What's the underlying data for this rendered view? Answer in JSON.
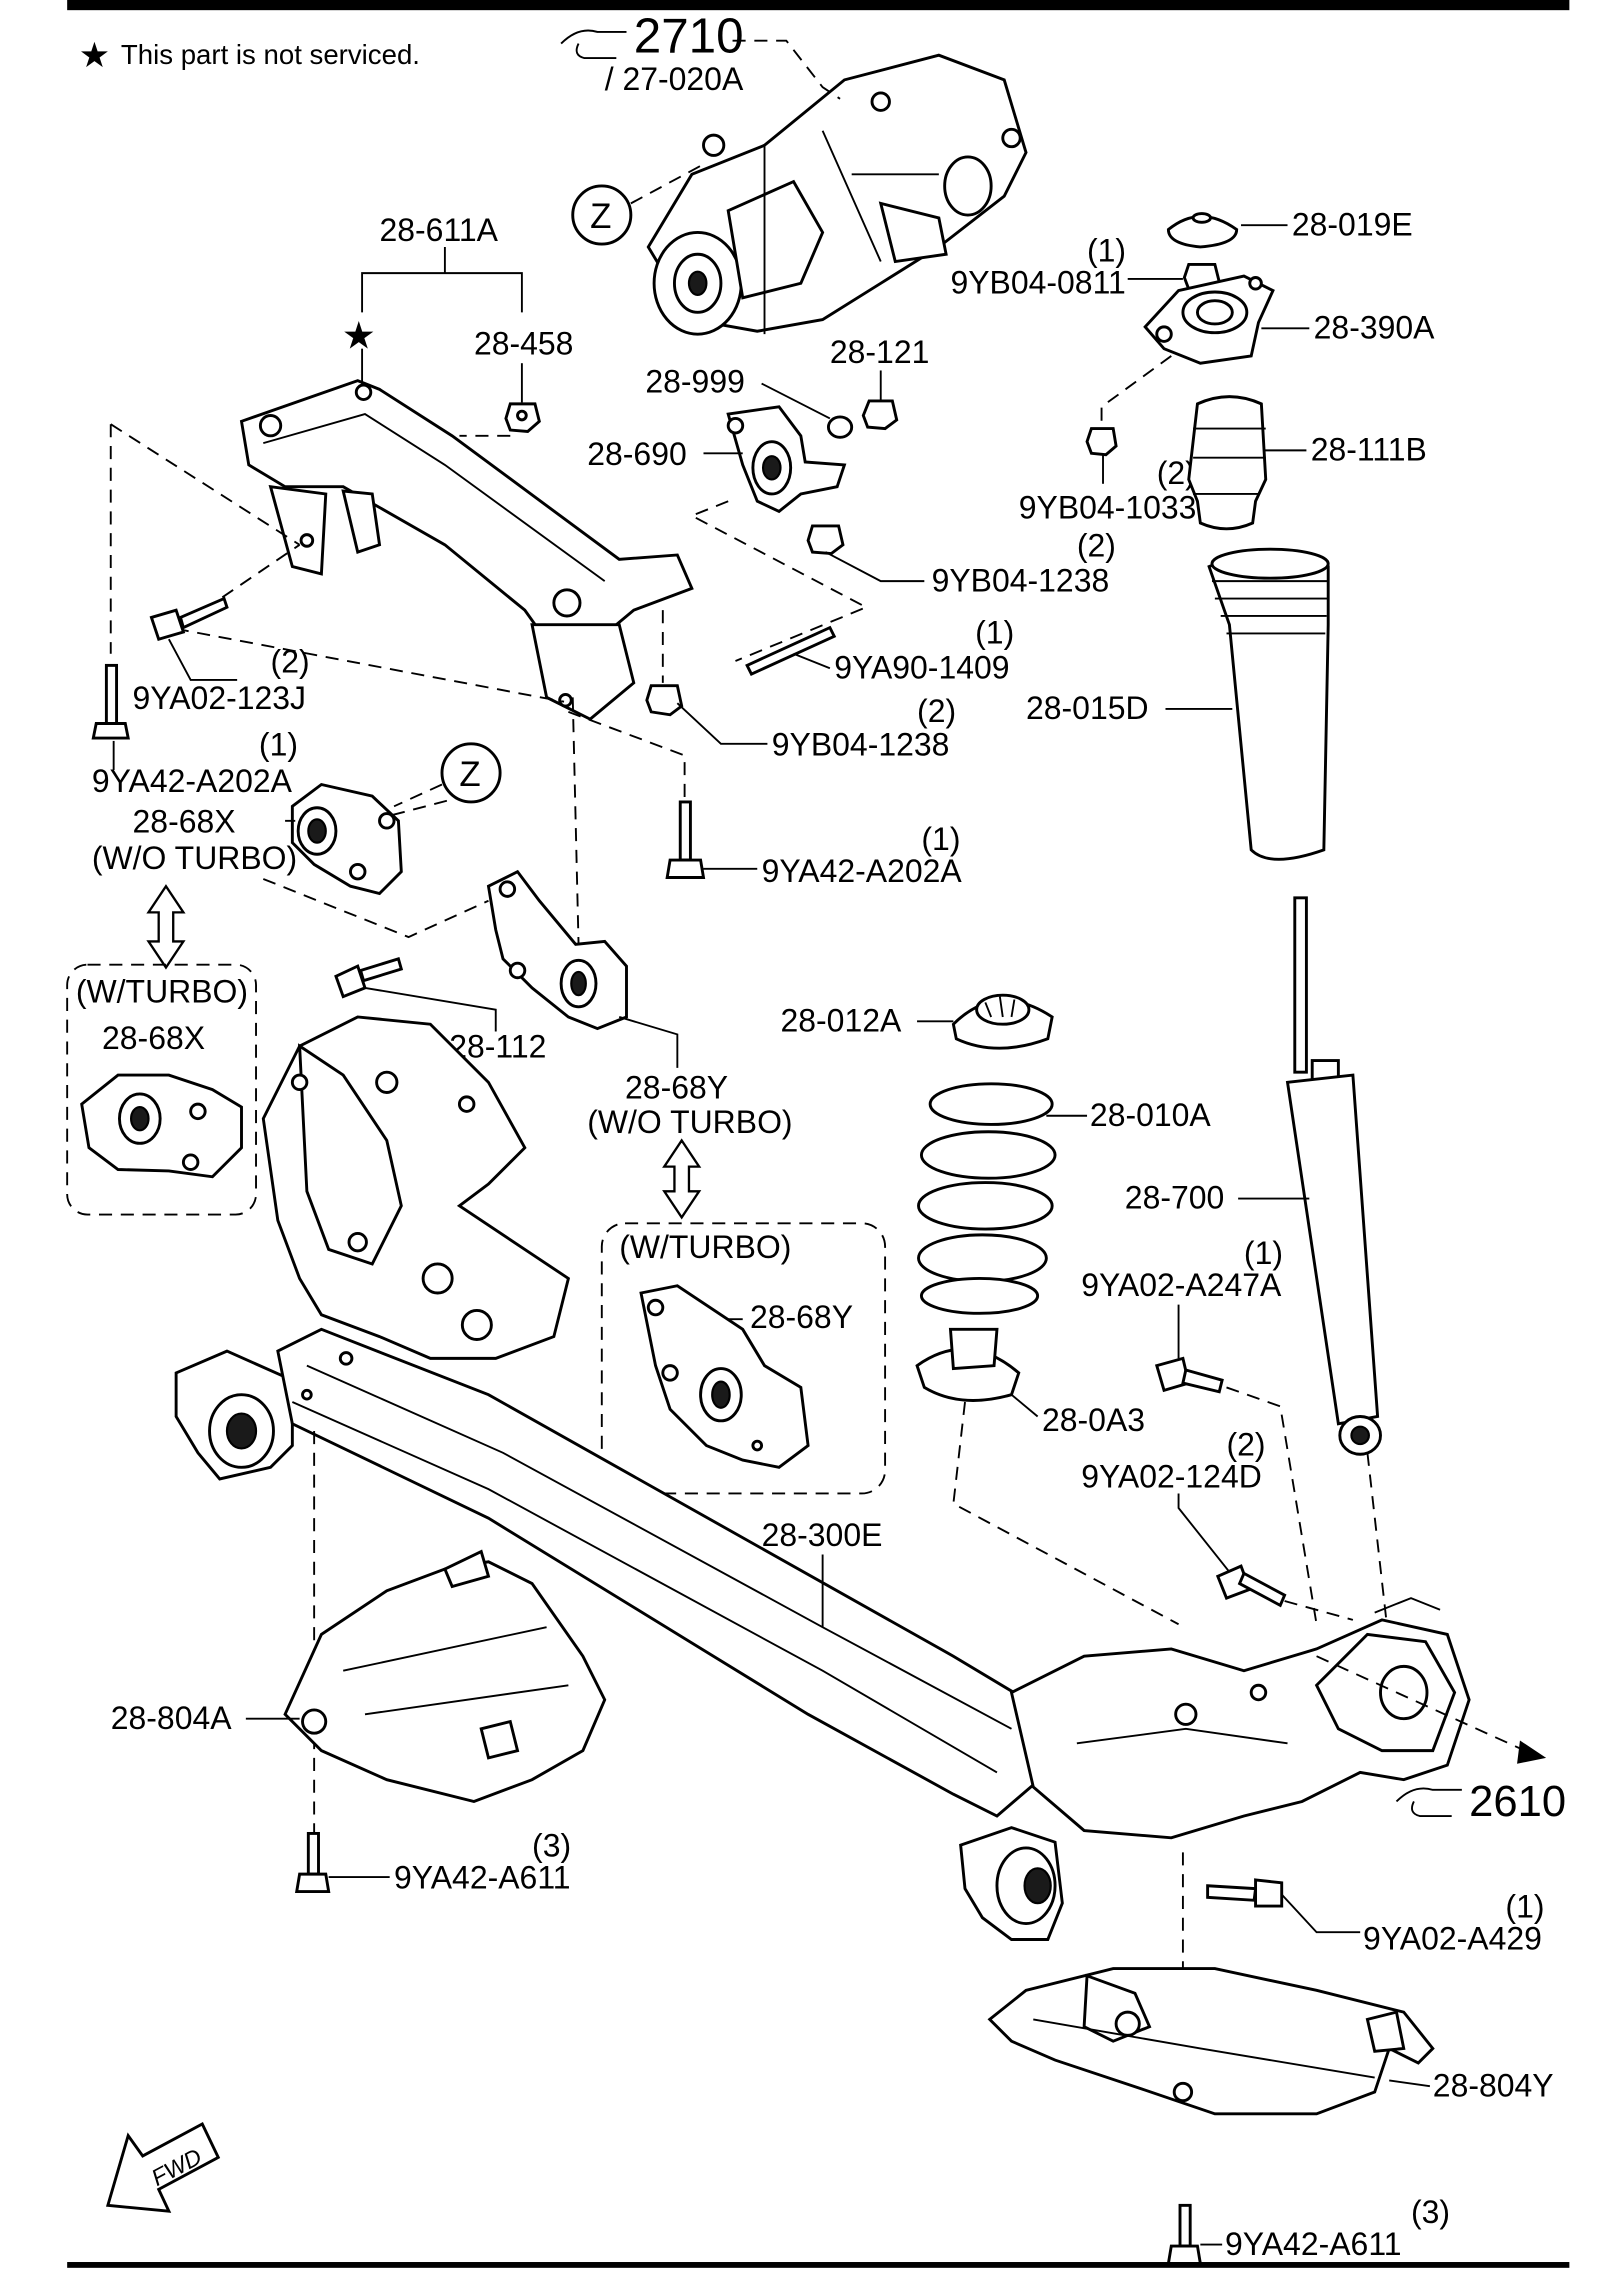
{
  "note": {
    "symbol": "★",
    "text": "This part is not serviced."
  },
  "references": {
    "ref_2710": "2710",
    "ref_27_020a": "/ 27-020A",
    "ref_2610": "2610",
    "zone_z_top": "Z",
    "zone_z_mid": "Z",
    "fwd": "FWD"
  },
  "labels": {
    "l_28_611a": "28-611A",
    "l_28_458": "28-458",
    "l_28_999": "28-999",
    "l_28_121": "28-121",
    "l_28_690": "28-690",
    "l_9yb04_1238_a_qty": "(2)",
    "l_9yb04_1238_a": "9YB04-1238",
    "l_9ya90_1409_qty": "(1)",
    "l_9ya90_1409": "9YA90-1409",
    "l_9ya02_123j_qty": "(2)",
    "l_9ya02_123j": "9YA02-123J",
    "l_9yb04_1238_b_qty": "(2)",
    "l_9yb04_1238_b": "9YB04-1238",
    "l_9ya42_a202a_a_qty": "(1)",
    "l_9ya42_a202a_a": "9YA42-A202A",
    "l_28_68x": "28-68X",
    "l_wo_turbo_x": "(W/O TURBO)",
    "l_9ya42_a202a_b_qty": "(1)",
    "l_9ya42_a202a_b": "9YA42-A202A",
    "l_wturbo_x": "(W/TURBO)",
    "l_28_68x_turbo": "28-68X",
    "l_28_112": "28-112",
    "l_28_68y": "28-68Y",
    "l_wo_turbo_y": "(W/O TURBO)",
    "l_wturbo_y": "(W/TURBO)",
    "l_28_68y_turbo": "28-68Y",
    "l_28_019e": "28-019E",
    "l_9yb04_0811_qty": "(1)",
    "l_9yb04_0811": "9YB04-0811",
    "l_28_390a": "28-390A",
    "l_28_111b": "28-111B",
    "l_9yb04_1033_qty": "(2)",
    "l_9yb04_1033": "9YB04-1033",
    "l_28_015d": "28-015D",
    "l_28_012a": "28-012A",
    "l_28_010a": "28-010A",
    "l_28_700": "28-700",
    "l_9ya02_a247a_qty": "(1)",
    "l_9ya02_a247a": "9YA02-A247A",
    "l_28_0a3": "28-0A3",
    "l_9ya02_124d_qty": "(2)",
    "l_9ya02_124d": "9YA02-124D",
    "l_28_300e": "28-300E",
    "l_28_804a": "28-804A",
    "l_9ya42_a611_a_qty": "(3)",
    "l_9ya42_a611_a": "9YA42-A611",
    "l_9ya02_a429_qty": "(1)",
    "l_9ya02_a429": "9YA02-A429",
    "l_28_804y": "28-804Y",
    "l_9ya42_a611_b_qty": "(3)",
    "l_9ya42_a611_b": "9YA42-A611"
  }
}
